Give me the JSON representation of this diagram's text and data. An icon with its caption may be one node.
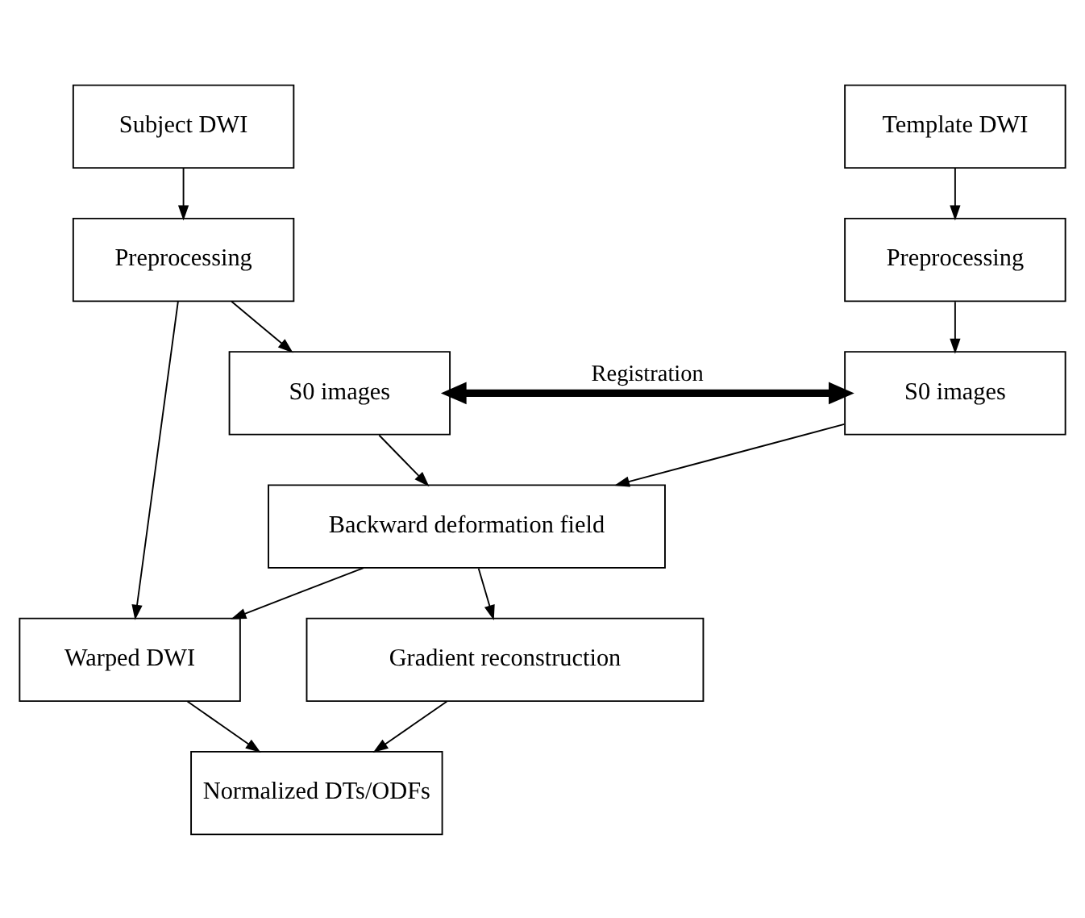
{
  "diagram": {
    "nodes": [
      {
        "text": [
          "Subject DWI"
        ]
      },
      {
        "text": [
          "Template DWI"
        ]
      },
      {
        "text": [
          "Preprocessing"
        ]
      },
      {
        "text": [
          "Preprocessing"
        ]
      },
      {
        "text": [
          "S0 images"
        ]
      },
      {
        "text": [
          "S0 images"
        ]
      },
      {
        "text": [
          "Backward deformation field"
        ]
      },
      {
        "text": [
          "Warped DWI"
        ]
      },
      {
        "text": [
          "Gradient reconstruction"
        ]
      },
      {
        "text": [
          "Normalized DTs/ODFs"
        ]
      }
    ],
    "edges": [
      {
        "from": 0,
        "to": 2,
        "arrow": "to"
      },
      {
        "from": 1,
        "to": 3,
        "arrow": "to"
      },
      {
        "from": 2,
        "to": 4,
        "arrow": "to"
      },
      {
        "from": 3,
        "to": 5,
        "arrow": "to"
      },
      {
        "from": 4,
        "to": 5,
        "arrow": "both",
        "label": "Registration",
        "style": "thick"
      },
      {
        "from": 4,
        "to": 6,
        "arrow": "to"
      },
      {
        "from": 5,
        "to": 6,
        "arrow": "to"
      },
      {
        "from": 2,
        "to": 7,
        "arrow": "to"
      },
      {
        "from": 6,
        "to": 7,
        "arrow": "to"
      },
      {
        "from": 6,
        "to": 8,
        "arrow": "to"
      },
      {
        "from": 7,
        "to": 9,
        "arrow": "to"
      },
      {
        "from": 8,
        "to": 9,
        "arrow": "to"
      }
    ]
  }
}
